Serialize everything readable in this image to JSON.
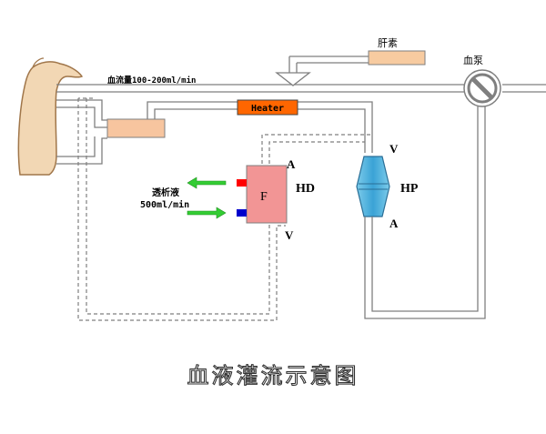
{
  "diagram": {
    "title": "血液灌流示意图",
    "labels": {
      "heparin": "肝素",
      "blood_pump": "血泵",
      "blood_flow": "血流量100-200ml/min",
      "heater": "Heater",
      "dialysate_line1": "透析液",
      "dialysate_line2": "500ml/min",
      "filter": "F",
      "hd": "HD",
      "hp": "HP",
      "hd_top": "A",
      "hd_bottom": "V",
      "hp_top": "V",
      "hp_bottom": "A"
    },
    "colors": {
      "tube_outline": "#7f7f7f",
      "heater_fill": "#ff6600",
      "heparin_fill": "#f7cba0",
      "block_fill": "#f7c59f",
      "filter_fill": "#f29595",
      "hp_fill": "#55b7e0",
      "arrow_green": "#33cc33",
      "port_red": "#ff0000",
      "port_blue": "#0000cc",
      "arm_fill": "#f2d7b4"
    }
  }
}
